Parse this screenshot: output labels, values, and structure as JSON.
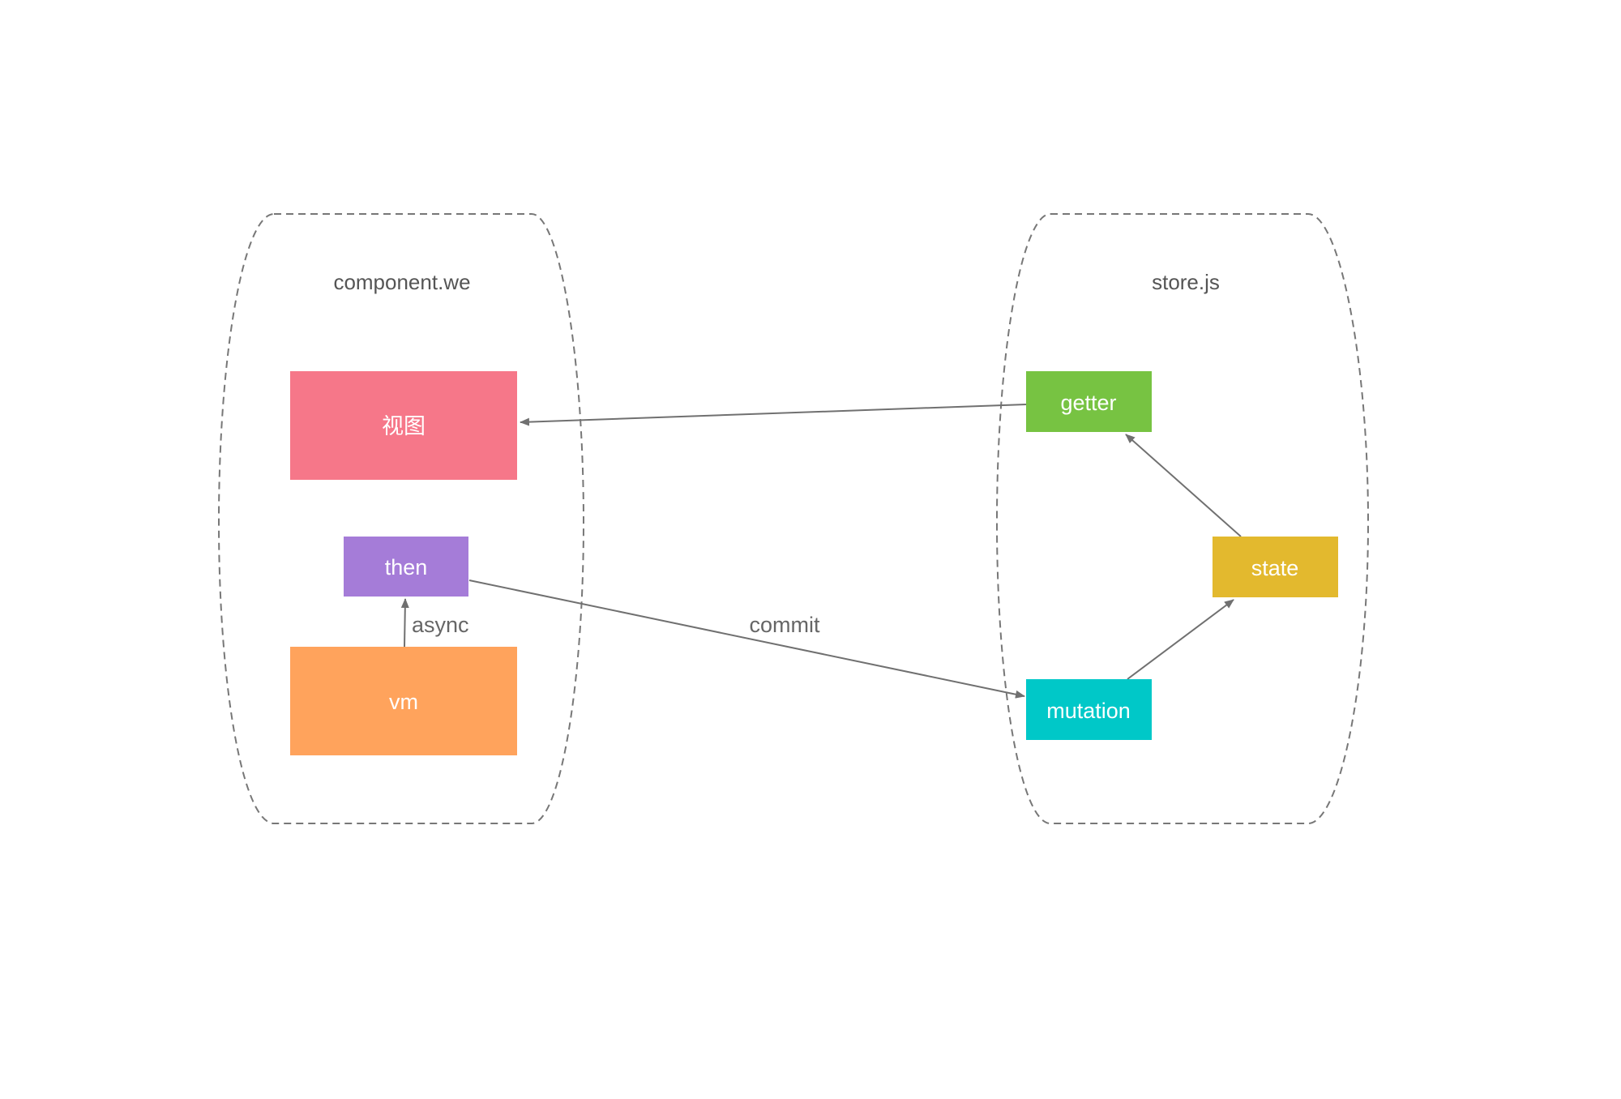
{
  "groups": {
    "component": {
      "label": "component.we"
    },
    "store": {
      "label": "store.js"
    }
  },
  "nodes": {
    "view": {
      "label": "视图",
      "color": "#F67789"
    },
    "then": {
      "label": "then",
      "color": "#A57CD8"
    },
    "vm": {
      "label": "vm",
      "color": "#FFA35C"
    },
    "getter": {
      "label": "getter",
      "color": "#77C342"
    },
    "state": {
      "label": "state",
      "color": "#E3B92E"
    },
    "mutation": {
      "label": "mutation",
      "color": "#00C8C8"
    }
  },
  "edges": {
    "vm_then": {
      "from": "vm",
      "to": "then",
      "label": "async"
    },
    "then_mutation": {
      "from": "then",
      "to": "mutation",
      "label": "commit"
    },
    "mutation_state": {
      "from": "mutation",
      "to": "state",
      "label": ""
    },
    "state_getter": {
      "from": "state",
      "to": "getter",
      "label": ""
    },
    "getter_view": {
      "from": "getter",
      "to": "view",
      "label": ""
    }
  },
  "colors": {
    "edge": "#707070",
    "boundary": "#777777",
    "node_text": "#FFFFFF"
  }
}
